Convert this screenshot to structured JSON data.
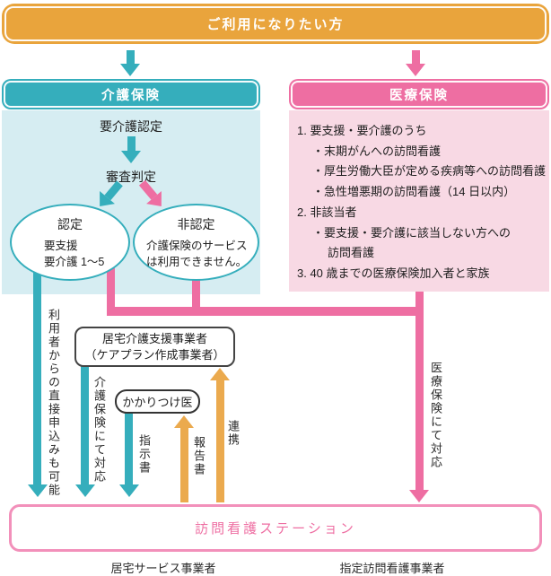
{
  "banner": {
    "label": "ご利用になりたい方"
  },
  "kaigo": {
    "header": "介護保険",
    "step1": "要介護認定",
    "step2": "審査判定",
    "certified": {
      "title": "認定",
      "line1": "要支援",
      "line2": "要介護 1～5"
    },
    "not_certified": {
      "title": "非認定",
      "line1": "介護保険のサービス",
      "line2": "は利用できません。"
    }
  },
  "iryo": {
    "header": "医療保険",
    "items": [
      "1. 要支援・要介護のうち",
      "・末期がんへの訪問看護",
      "・厚生労働大臣が定める疾病等への訪問看護",
      "・急性増悪期の訪問看護（14 日以内）",
      "2. 非該当者",
      "・要支援・要介護に該当しない方への",
      "訪問看護",
      "3. 40 歳までの医療保険加入者と家族"
    ]
  },
  "middle": {
    "care_plan_line1": "居宅介護支援事業者",
    "care_plan_line2": "（ケアプラン作成事業者）",
    "doctor": "かかりつけ医"
  },
  "labels": {
    "direct_application": "利用者からの直接申込みも可能",
    "kaigo_support": "介護保険にて対応",
    "instruction": "指示書",
    "report": "報告書",
    "cooperation": "連携",
    "iryo_support": "医療保険にて対応"
  },
  "bottom": {
    "station": "訪問看護ステーション",
    "left_label": "居宅サービス事業者",
    "right_label": "指定訪問看護事業者"
  },
  "colors": {
    "banner_orange": "#E9A43C",
    "teal": "#35AEBC",
    "teal_light": "#D6EDF2",
    "pink": "#EE6EA2",
    "pink_light": "#F8D9E4",
    "orange_arrow": "#EBAA4E",
    "station_border": "#F290BA"
  }
}
